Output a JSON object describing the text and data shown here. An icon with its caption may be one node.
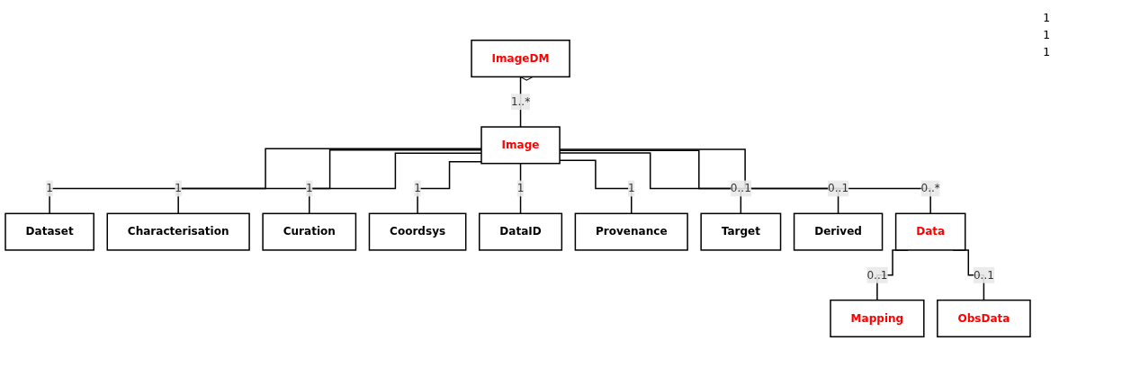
{
  "diagram": {
    "nodes": [
      {
        "text": [
          "ImageDM"
        ]
      },
      {
        "text": [
          "Image"
        ]
      },
      {
        "text": [
          "Dataset"
        ]
      },
      {
        "text": [
          "Characterisation"
        ]
      },
      {
        "text": [
          "Curation"
        ]
      },
      {
        "text": [
          "Coordsys"
        ]
      },
      {
        "text": [
          "DataID"
        ]
      },
      {
        "text": [
          "Provenance"
        ]
      },
      {
        "text": [
          "Target"
        ]
      },
      {
        "text": [
          "Derived"
        ]
      },
      {
        "text": [
          "Data"
        ]
      },
      {
        "text": [
          "Mapping"
        ]
      },
      {
        "text": [
          "ObsData"
        ]
      }
    ],
    "edges": [
      {
        "from": 0,
        "to": 1,
        "arrow": "other",
        "label": "1..*"
      },
      {
        "from": 1,
        "to": 2,
        "arrow": "none",
        "label": "1"
      },
      {
        "from": 1,
        "to": 3,
        "arrow": "none",
        "label": "1"
      },
      {
        "from": 1,
        "to": 4,
        "arrow": "none",
        "label": "1"
      },
      {
        "from": 1,
        "to": 5,
        "arrow": "none",
        "label": "1"
      },
      {
        "from": 1,
        "to": 6,
        "arrow": "none",
        "label": "1"
      },
      {
        "from": 1,
        "to": 7,
        "arrow": "none",
        "label": "1"
      },
      {
        "from": 1,
        "to": 8,
        "arrow": "none",
        "label": "0..1"
      },
      {
        "from": 1,
        "to": 9,
        "arrow": "none",
        "label": "0..1"
      },
      {
        "from": 1,
        "to": 10,
        "arrow": "none",
        "label": "0..*"
      },
      {
        "from": 10,
        "to": 11,
        "arrow": "none",
        "label": "0..1"
      },
      {
        "from": 10,
        "to": 12,
        "arrow": "none",
        "label": "0..1"
      }
    ],
    "labels": [
      "1",
      "1",
      "1"
    ]
  }
}
